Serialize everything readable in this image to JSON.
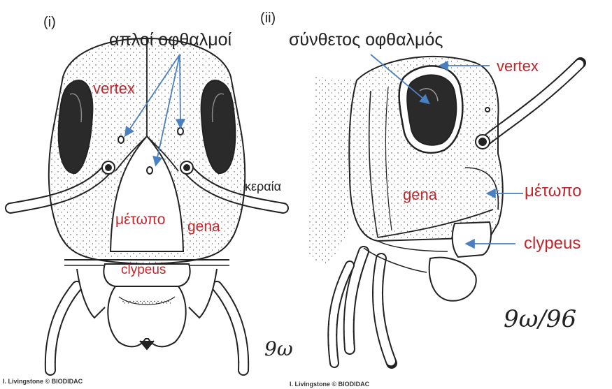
{
  "panel_i": {
    "number": "(i)",
    "ocelli_label": "απλοί οφθαλμοί",
    "vertex": "vertex",
    "frons": "μέτωπο",
    "gena": "gena",
    "antenna": "κεραία",
    "clypeus": "clypeus",
    "signature": "9ω",
    "credit": "I. Livingstone © BIODIDAC"
  },
  "panel_ii": {
    "number": "(ii)",
    "compound_eye": "σύνθετος οφθαλμός",
    "vertex": "vertex",
    "gena": "gena",
    "frons": "μέτωπο",
    "clypeus": "clypeus",
    "signature": "9ω/96",
    "credit": "I. Livingstone © BIODIDAC"
  },
  "colors": {
    "label_red": "#c0272d",
    "arrow_blue": "#4a7fc1",
    "ink": "#222222"
  }
}
